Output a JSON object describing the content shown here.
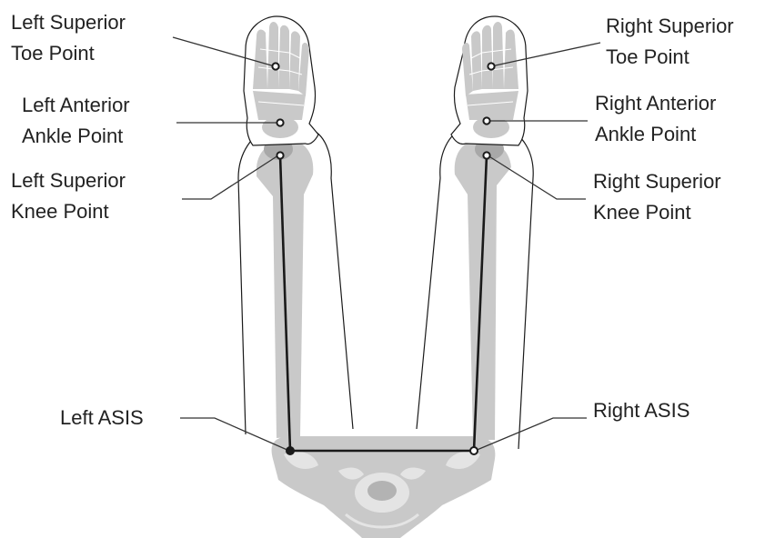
{
  "labels": {
    "left_toe": [
      "Left Superior",
      "Toe Point"
    ],
    "left_ankle": [
      "Left Anterior",
      "Ankle Point"
    ],
    "left_knee": [
      "Left Superior",
      "Knee Point"
    ],
    "left_asis": "Left ASIS",
    "right_toe": [
      "Right Superior",
      "Toe Point"
    ],
    "right_ankle": [
      "Right Anterior",
      "Ankle Point"
    ],
    "right_knee": [
      "Right Superior",
      "Knee Point"
    ],
    "right_asis": "Right ASIS"
  },
  "colors": {
    "bone": "#c9c9c9",
    "bone_dark": "#9a9a9a",
    "outline": "#1a1a1a",
    "leader": "#333333",
    "text": "#222222"
  }
}
